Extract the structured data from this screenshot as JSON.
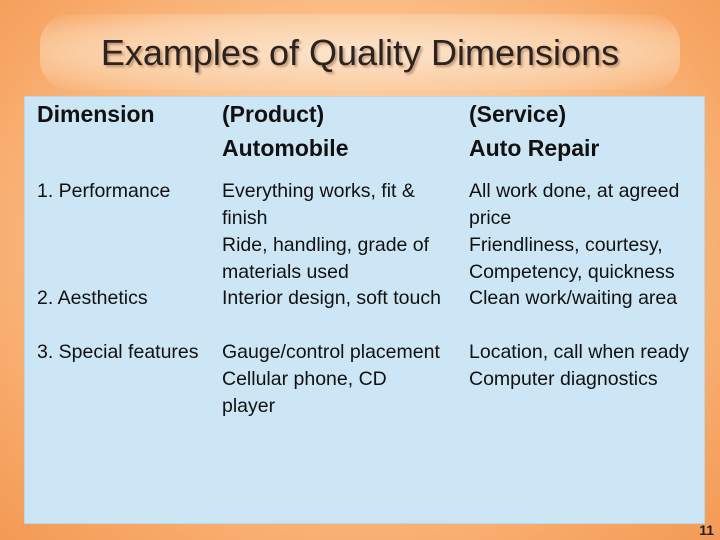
{
  "slide": {
    "title": "Examples of Quality Dimensions",
    "page_number": "11"
  },
  "table": {
    "headers": {
      "dimension": "Dimension",
      "product_line1": "(Product)",
      "product_line2": "Automobile",
      "service_line1": "(Service)",
      "service_line2": "Auto Repair"
    },
    "rows": [
      {
        "dimension": "1. Performance",
        "product": "Everything works, fit &\nfinish\nRide, handling, grade of\nmaterials used",
        "service": "All work done, at agreed\nprice\nFriendliness, courtesy,\nCompetency, quickness"
      },
      {
        "dimension": "2. Aesthetics",
        "product": "Interior design, soft touch",
        "service": "Clean work/waiting area"
      },
      {
        "dimension": "3. Special features",
        "product": "Gauge/control placement\nCellular phone, CD\nplayer",
        "service": "Location, call when ready\nComputer diagnostics"
      }
    ]
  }
}
